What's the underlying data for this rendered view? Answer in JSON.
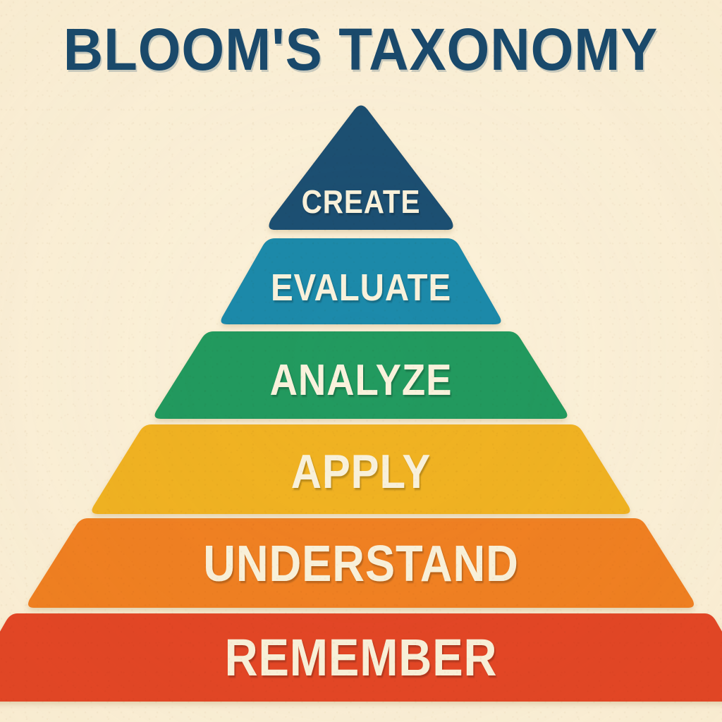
{
  "title": "BLOOM'S TAXONOMY",
  "background_color": "#fbf1da",
  "title_color": "#1a4a6e",
  "label_color": "#f9f2dd",
  "chart_data": {
    "type": "pyramid",
    "title": "BLOOM'S TAXONOMY",
    "orientation": "bottom-up",
    "level_count": 6,
    "levels": [
      {
        "rank": 6,
        "label": "CREATE",
        "color": "#1a4f73",
        "shape": "triangle",
        "width_pct": 23,
        "font_size": 46
      },
      {
        "rank": 5,
        "label": "EVALUATE",
        "color": "#1a8aab",
        "shape": "trapezoid",
        "width_pct": 41,
        "font_size": 54
      },
      {
        "rank": 4,
        "label": "ANALYZE",
        "color": "#229a5f",
        "shape": "trapezoid",
        "width_pct": 59,
        "font_size": 62
      },
      {
        "rank": 3,
        "label": "APPLY",
        "color": "#f0b320",
        "shape": "trapezoid",
        "width_pct": 77,
        "font_size": 68
      },
      {
        "rank": 2,
        "label": "UNDERSTAND",
        "color": "#f08122",
        "shape": "trapezoid",
        "width_pct": 95,
        "font_size": 72
      },
      {
        "rank": 1,
        "label": "REMEMBER",
        "color": "#e34625",
        "shape": "trapezoid",
        "width_pct": 100,
        "font_size": 74
      }
    ],
    "legend": "none",
    "grid": false
  }
}
